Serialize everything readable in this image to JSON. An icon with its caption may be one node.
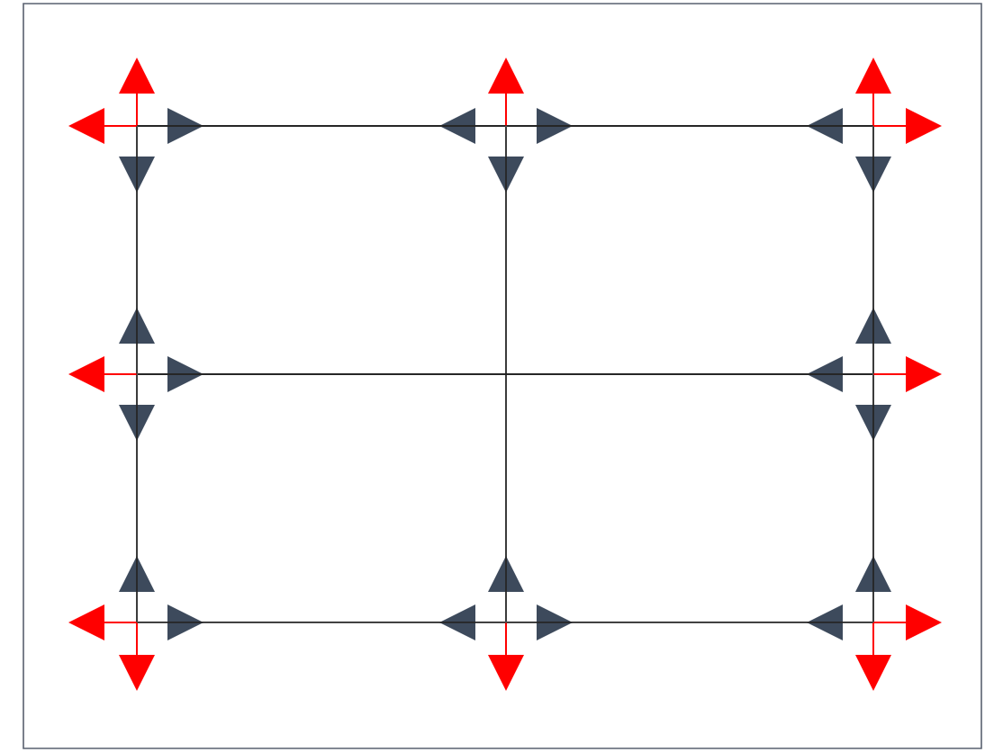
{
  "diagram": {
    "nodes": [
      {
        "text": [],
        "shape": "arrows"
      },
      {
        "text": [],
        "shape": "arrows"
      },
      {
        "text": [],
        "shape": "arrows"
      },
      {
        "text": [],
        "shape": "arrows"
      },
      {
        "text": [],
        "shape": "crossing"
      },
      {
        "text": [],
        "shape": "arrows"
      },
      {
        "text": [],
        "shape": "arrows"
      },
      {
        "text": [],
        "shape": "arrows"
      },
      {
        "text": [],
        "shape": "arrows"
      }
    ],
    "edges": [
      {
        "from": 0,
        "to": 1,
        "arrow": "none"
      },
      {
        "from": 1,
        "to": 2,
        "arrow": "none"
      },
      {
        "from": 3,
        "to": 4,
        "arrow": "none"
      },
      {
        "from": 4,
        "to": 5,
        "arrow": "none"
      },
      {
        "from": 6,
        "to": 7,
        "arrow": "none"
      },
      {
        "from": 7,
        "to": 8,
        "arrow": "none"
      },
      {
        "from": 0,
        "to": 3,
        "arrow": "none"
      },
      {
        "from": 3,
        "to": 6,
        "arrow": "none"
      },
      {
        "from": 1,
        "to": 4,
        "arrow": "none"
      },
      {
        "from": 4,
        "to": 7,
        "arrow": "none"
      },
      {
        "from": 2,
        "to": 5,
        "arrow": "none"
      },
      {
        "from": 5,
        "to": 8,
        "arrow": "none"
      }
    ]
  }
}
